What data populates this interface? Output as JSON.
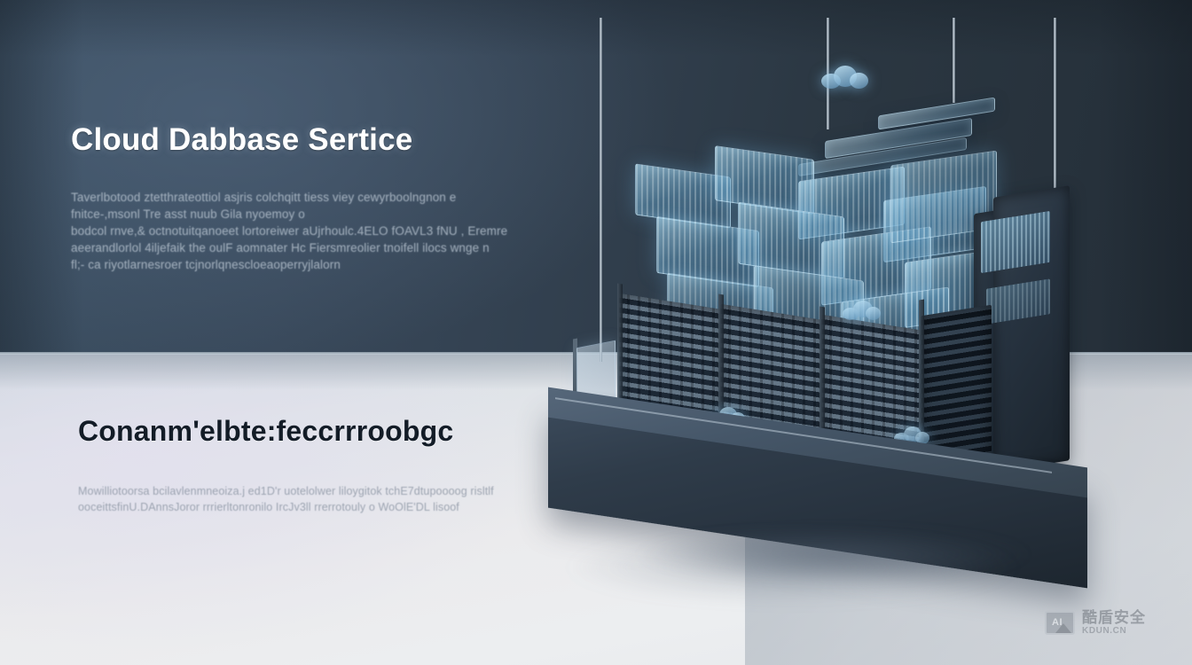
{
  "banner": {
    "type": "marketing-hero-banner",
    "top_section": {
      "headline": "Cloud Dabbase Sertice",
      "body_lines": [
        "Taverlbotood  ztetthrateottiol asjris colchqitt tiess viey cewyrboolngnon e",
        "fnitce-,msonl Tre asst nuub Gila nyoemoy o",
        "bodcol rnve,& octnotuitqanoeet lortoreiwer aUjrhoulc.4ELO fOAVL3 fNU , Eremre",
        "aeerandlorlol 4iljefaik the oulF aomnater Hc Fiersmreolier tnoifell ilocs wnge n",
        "fl;- ca riyotlarnesroer tcjnorlqnescloeaoperryjlalorn"
      ]
    },
    "bottom_section": {
      "headline": "Conanm'elbte:feccrrroobgc",
      "body_lines": [
        "Mowilliotoorsa bcilavlenmneoiza.j ed1D'r uotelolwer liloygitok tchE7dtupoooog risltlf",
        "ooceittsfinU.DAnnsJoror rrrierltonronilo IrcJv3ll rrerrotouly o WoOlE'DL lisoof"
      ]
    },
    "illustration": {
      "name": "isometric-server-rack-hologram",
      "elements": [
        "cloud-icon",
        "holographic-glass-server-racks",
        "dark-server-cabinets",
        "open-glass-panel-door",
        "navy-base-platform",
        "vertical-hanging-poles"
      ]
    },
    "watermark": {
      "badge_label": "AI",
      "brand_cn": "酷盾安全",
      "brand_url": "KDUN.CN"
    },
    "colors": {
      "wall_dark": "#39495b",
      "wall_darker": "#242e38",
      "floor_light": "#eceef0",
      "floor_lavender": "#e2e0ee",
      "headline_top": "#ffffff",
      "headline_bottom": "#131c27",
      "body_top": "#b7c3cf",
      "body_bottom": "#8f98a6",
      "hologram_blue": "#7cc0e6",
      "base_navy": "#27323e",
      "watermark_grey": "#6d737b"
    }
  }
}
